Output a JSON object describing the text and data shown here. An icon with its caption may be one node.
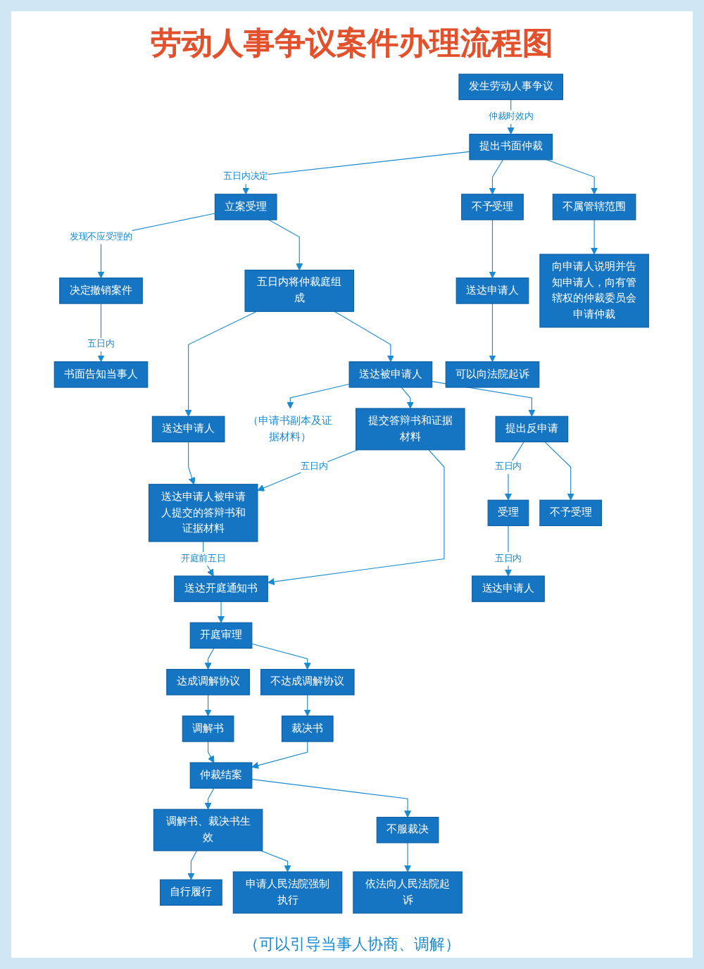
{
  "diagram": {
    "title": "劳动人事争议案件办理流程图",
    "nodes": [
      {
        "text": [
          "发生劳动人事争议"
        ]
      },
      {
        "text": [
          "提出书面仲裁"
        ]
      },
      {
        "text": [
          "立案受理"
        ]
      },
      {
        "text": [
          "决定撤销案件"
        ]
      },
      {
        "text": [
          "书面告知当事人"
        ]
      },
      {
        "text": [
          "不予受理"
        ]
      },
      {
        "text": [
          "不属管辖范围"
        ]
      },
      {
        "text": [
          "五日内将仲裁庭组成"
        ]
      },
      {
        "text": [
          "送达申请人"
        ]
      },
      {
        "text": [
          "可以向法院起诉"
        ]
      },
      {
        "text": [
          "向申请人说明并告知申请人，向有管辖权的仲裁委员会申请仲裁"
        ]
      },
      {
        "text": [
          "送达申请人"
        ]
      },
      {
        "text": [
          "送达被申请人"
        ]
      },
      {
        "text": [
          "（申请书副本及证据材料）"
        ]
      },
      {
        "text": [
          "送达申请人被申请人提交的答辩书和证据材料"
        ]
      },
      {
        "text": [
          "提交答辩书和证据材料"
        ]
      },
      {
        "text": [
          "提出反申请"
        ]
      },
      {
        "text": [
          "受理"
        ]
      },
      {
        "text": [
          "不予受理"
        ]
      },
      {
        "text": [
          "送达申请人"
        ]
      },
      {
        "text": [
          "送达开庭通知书"
        ]
      },
      {
        "text": [
          "开庭审理"
        ]
      },
      {
        "text": [
          "达成调解协议"
        ]
      },
      {
        "text": [
          "不达成调解协议"
        ]
      },
      {
        "text": [
          "调解书"
        ]
      },
      {
        "text": [
          "裁决书"
        ]
      },
      {
        "text": [
          "仲裁结案"
        ]
      },
      {
        "text": [
          "调解书、裁决书生效"
        ]
      },
      {
        "text": [
          "不服裁决"
        ]
      },
      {
        "text": [
          "自行履行"
        ]
      },
      {
        "text": [
          "申请人民法院强制执行"
        ]
      },
      {
        "text": [
          "依法向人民法院起诉"
        ]
      }
    ],
    "edges": [
      {
        "from": 0,
        "to": 1,
        "arrow": "to",
        "label": "仲裁时效内"
      },
      {
        "from": 1,
        "to": 2,
        "arrow": "to",
        "label": "五日内决定"
      },
      {
        "from": 1,
        "to": 5,
        "arrow": "to"
      },
      {
        "from": 1,
        "to": 6,
        "arrow": "to"
      },
      {
        "from": 2,
        "to": 3,
        "arrow": "to",
        "label": "发现不应受理的"
      },
      {
        "from": 3,
        "to": 4,
        "arrow": "to",
        "label": "五日内"
      },
      {
        "from": 2,
        "to": 7,
        "arrow": "to"
      },
      {
        "from": 5,
        "to": 8,
        "arrow": "to"
      },
      {
        "from": 8,
        "to": 9,
        "arrow": "to"
      },
      {
        "from": 6,
        "to": 10,
        "arrow": "to"
      },
      {
        "from": 7,
        "to": 11,
        "arrow": "to"
      },
      {
        "from": 7,
        "to": 12,
        "arrow": "to"
      },
      {
        "from": 12,
        "to": 13,
        "arrow": "to"
      },
      {
        "from": 11,
        "to": 14,
        "arrow": "to"
      },
      {
        "from": 12,
        "to": 15,
        "arrow": "to"
      },
      {
        "from": 12,
        "to": 16,
        "arrow": "to"
      },
      {
        "from": 15,
        "to": 14,
        "arrow": "to",
        "label": "五日内"
      },
      {
        "from": 16,
        "to": 17,
        "arrow": "to",
        "label": "五日内"
      },
      {
        "from": 16,
        "to": 18,
        "arrow": "to"
      },
      {
        "from": 14,
        "to": 20,
        "arrow": "to",
        "label": "开庭前五日"
      },
      {
        "from": 15,
        "to": 20,
        "arrow": "to"
      },
      {
        "from": 17,
        "to": 19,
        "arrow": "to",
        "label": "五日内"
      },
      {
        "from": 20,
        "to": 21,
        "arrow": "to"
      },
      {
        "from": 21,
        "to": 22,
        "arrow": "to"
      },
      {
        "from": 21,
        "to": 23,
        "arrow": "to"
      },
      {
        "from": 22,
        "to": 24,
        "arrow": "to"
      },
      {
        "from": 23,
        "to": 25,
        "arrow": "to"
      },
      {
        "from": 24,
        "to": 26,
        "arrow": "to"
      },
      {
        "from": 25,
        "to": 26,
        "arrow": "to"
      },
      {
        "from": 26,
        "to": 27,
        "arrow": "to"
      },
      {
        "from": 26,
        "to": 28,
        "arrow": "to"
      },
      {
        "from": 27,
        "to": 29,
        "arrow": "to"
      },
      {
        "from": 27,
        "to": 30,
        "arrow": "to"
      },
      {
        "from": 28,
        "to": 31,
        "arrow": "to"
      }
    ],
    "labels": [
      "（可以引导当事人协商、调解）"
    ]
  }
}
